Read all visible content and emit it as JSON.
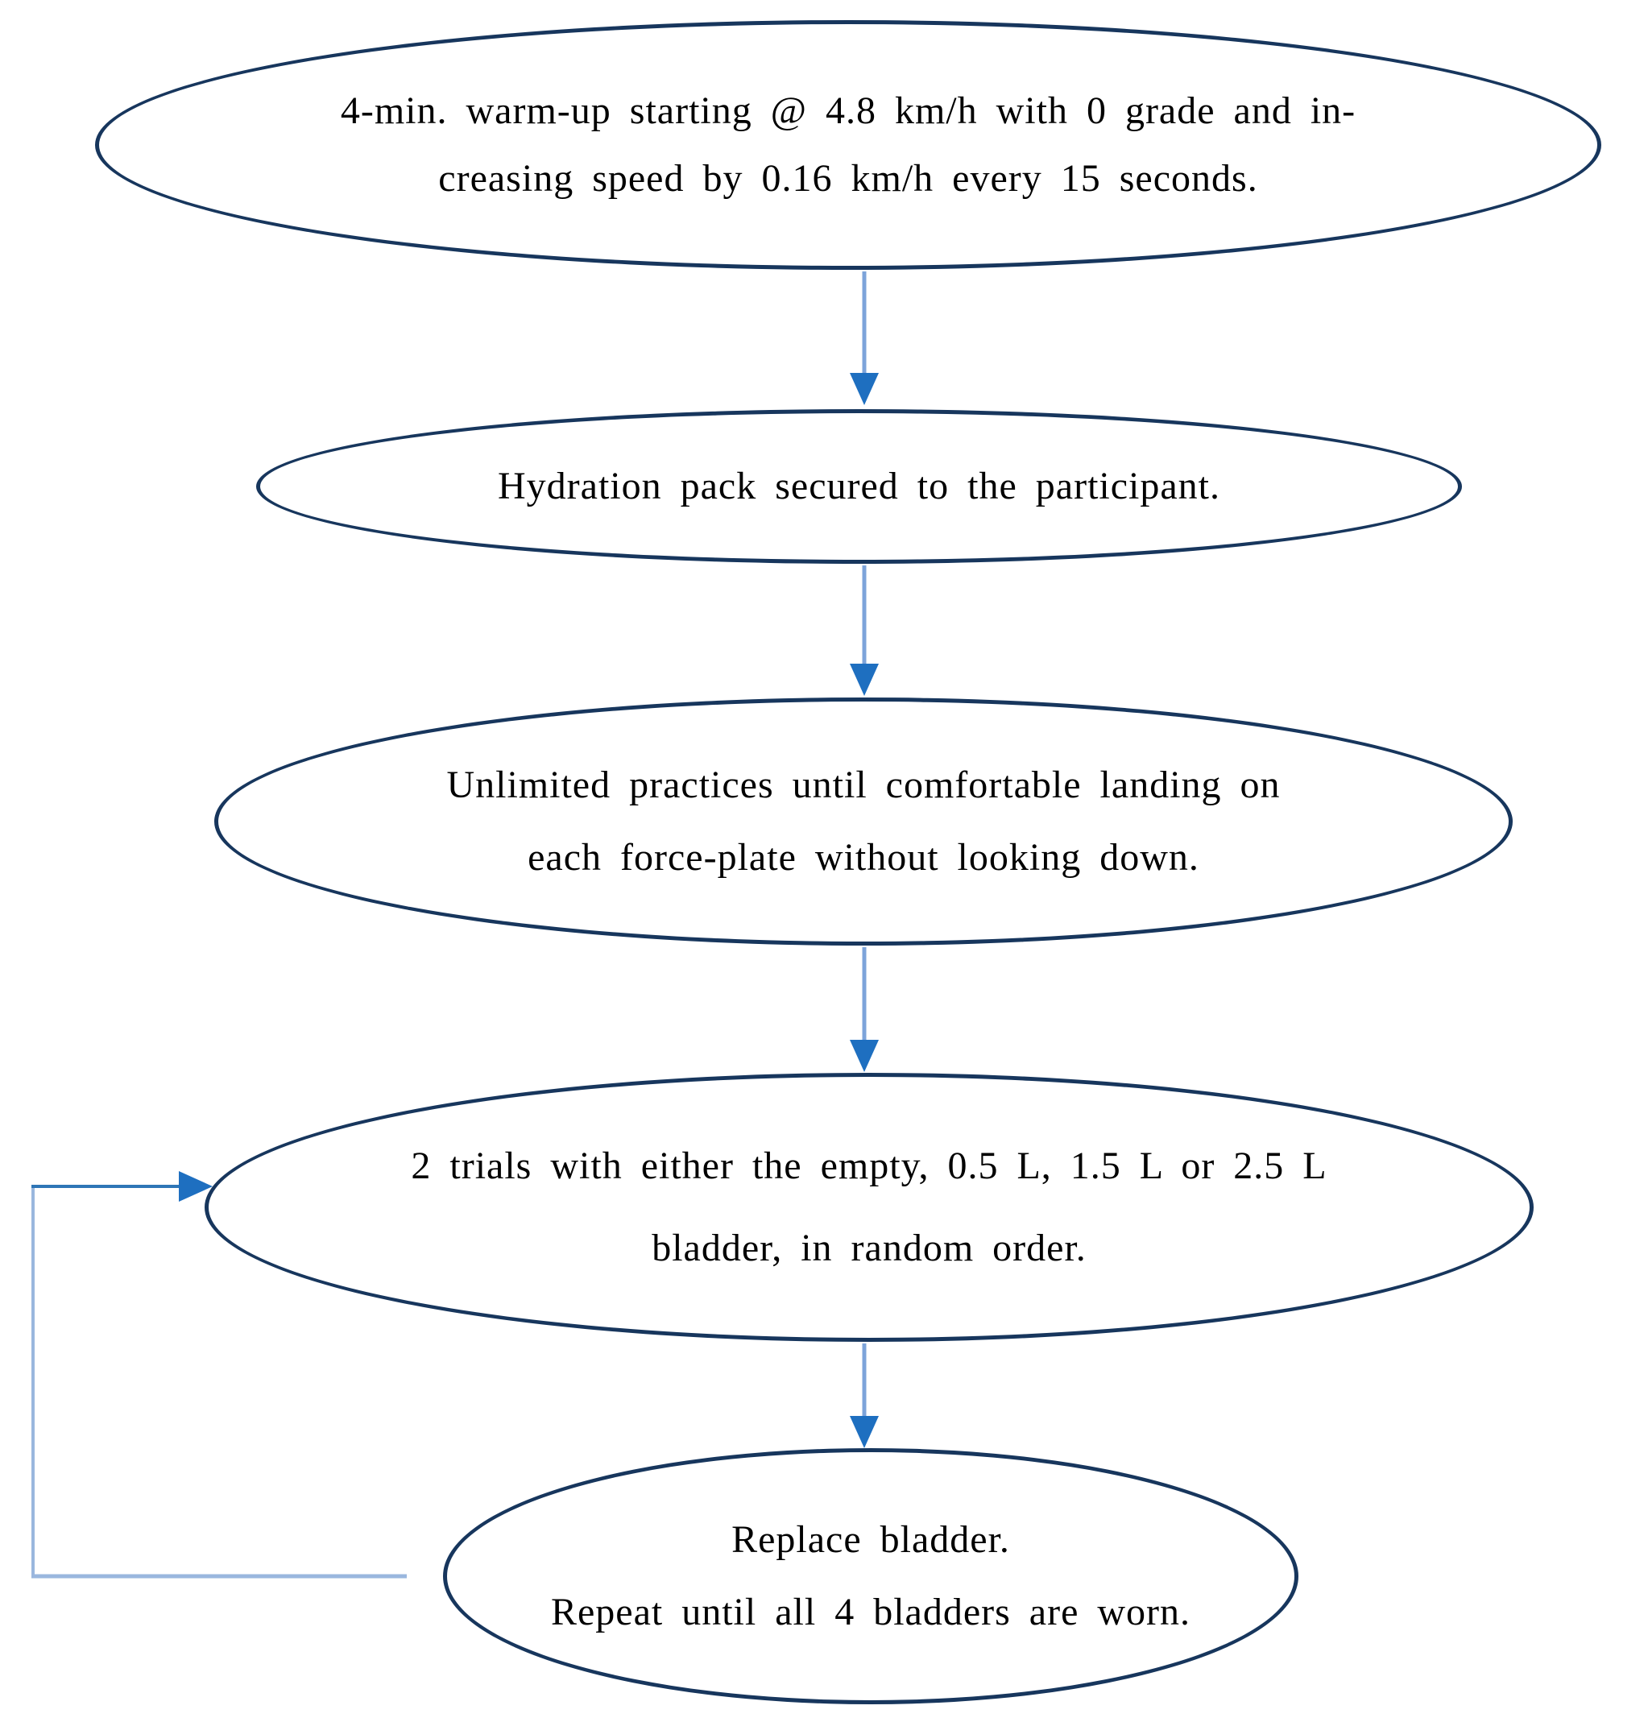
{
  "diagram": {
    "type": "flowchart",
    "background_color": "#ffffff",
    "node_shape": "ellipse",
    "node_border_color": "#17365d",
    "node_fill_color": "#ffffff",
    "text_color": "#000000",
    "arrow_stem_color": "#7da4da",
    "arrow_head_color": "#1e6fc0",
    "loop_line_color": "#9ab7de",
    "loop_top_segment_color": "#2e75b6",
    "nodes": [
      {
        "id": "warmup",
        "lines": [
          "4-min. warm-up starting @ 4.8 km/h with 0 grade and in-",
          "creasing speed by 0.16 km/h every 15 seconds."
        ]
      },
      {
        "id": "hydration",
        "lines": [
          "Hydration pack secured to the participant."
        ]
      },
      {
        "id": "practice",
        "lines": [
          "Unlimited practices until comfortable landing on",
          "each force-plate without looking down."
        ]
      },
      {
        "id": "trials",
        "lines": [
          "2 trials with either the empty, 0.5 L, 1.5 L or 2.5 L",
          "bladder, in random order."
        ]
      },
      {
        "id": "replace",
        "lines": [
          "Replace bladder.",
          "Repeat until all 4 bladders are worn."
        ]
      }
    ],
    "edges": [
      {
        "from": "warmup",
        "to": "hydration",
        "style": "straight-down"
      },
      {
        "from": "hydration",
        "to": "practice",
        "style": "straight-down"
      },
      {
        "from": "practice",
        "to": "trials",
        "style": "straight-down"
      },
      {
        "from": "trials",
        "to": "replace",
        "style": "straight-down"
      },
      {
        "from": "replace",
        "to": "trials",
        "style": "loop-back-left"
      }
    ]
  }
}
